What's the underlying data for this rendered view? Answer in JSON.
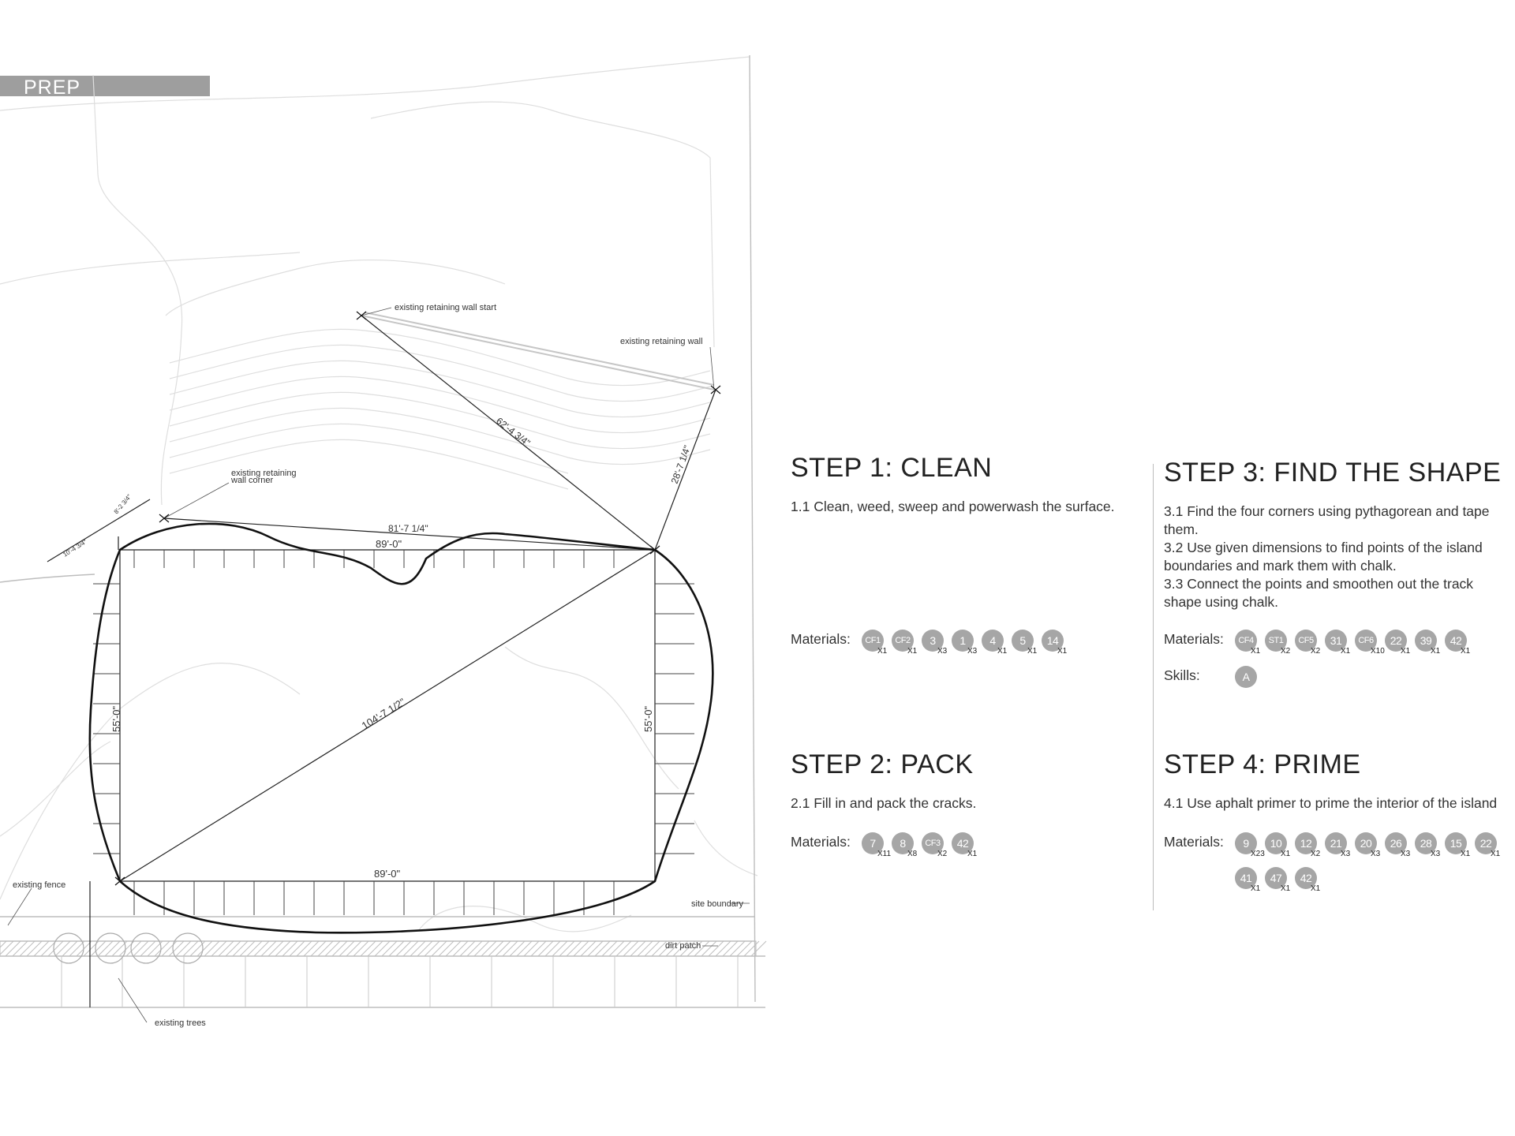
{
  "header": {
    "title": "PREP"
  },
  "plan_labels": {
    "wall_start": "existing retaining wall start",
    "wall": "existing retaining wall",
    "wall_corner_1": "existing retaining",
    "wall_corner_2": "wall corner",
    "fence": "existing fence",
    "site_boundary": "site boundary",
    "dirt_patch": "dirt patch",
    "trees": "existing trees"
  },
  "dimensions": {
    "diag_top": "62'-4 3/4\"",
    "diag_right": "28'-7 1/4\"",
    "top_long": "81'-7 1/4\"",
    "top_base": "89'-0\"",
    "bottom_base": "89'-0\"",
    "left_side": "55'-0\"",
    "right_side": "55'-0\"",
    "diagonal": "104'-7 1/2\"",
    "corner_left": "10'-4 3/4\"",
    "corner_small": "8'-2 3/4\""
  },
  "steps": [
    {
      "title": "STEP 1: CLEAN",
      "body": [
        "1.1 Clean, weed, sweep and powerwash the surface."
      ],
      "materials_label": "Materials:",
      "materials": [
        {
          "id": "CF1",
          "qty": "X1"
        },
        {
          "id": "CF2",
          "qty": "X1"
        },
        {
          "id": "3",
          "qty": "X3"
        },
        {
          "id": "1",
          "qty": "X3"
        },
        {
          "id": "4",
          "qty": "X1"
        },
        {
          "id": "5",
          "qty": "X1"
        },
        {
          "id": "14",
          "qty": "X1"
        }
      ]
    },
    {
      "title": "STEP 2: PACK",
      "body": [
        "2.1 Fill in and pack the cracks."
      ],
      "materials_label": "Materials:",
      "materials": [
        {
          "id": "7",
          "qty": "X11"
        },
        {
          "id": "8",
          "qty": "X8"
        },
        {
          "id": "CF3",
          "qty": "X2"
        },
        {
          "id": "42",
          "qty": "X1"
        }
      ]
    },
    {
      "title": "STEP 3: FIND THE SHAPE",
      "body": [
        "3.1 Find the four corners using pythagorean and tape them.",
        "3.2 Use given dimensions to find points of the island boundaries and mark them with chalk.",
        "3.3 Connect the points and smoothen out the track shape using chalk."
      ],
      "materials_label": "Materials:",
      "materials": [
        {
          "id": "CF4",
          "qty": "X1"
        },
        {
          "id": "ST1",
          "qty": "X2"
        },
        {
          "id": "CF5",
          "qty": "X2"
        },
        {
          "id": "31",
          "qty": "X1"
        },
        {
          "id": "CF6",
          "qty": "X10"
        },
        {
          "id": "22",
          "qty": "X1"
        },
        {
          "id": "39",
          "qty": "X1"
        },
        {
          "id": "42",
          "qty": "X1"
        }
      ],
      "skills_label": "Skills:",
      "skills": [
        {
          "id": "A"
        }
      ]
    },
    {
      "title": "STEP 4: PRIME",
      "body": [
        "4.1 Use aphalt primer to prime the interior of the island"
      ],
      "materials_label": "Materials:",
      "materials": [
        {
          "id": "9",
          "qty": "X23"
        },
        {
          "id": "10",
          "qty": "X1"
        },
        {
          "id": "12",
          "qty": "X2"
        },
        {
          "id": "21",
          "qty": "X3"
        },
        {
          "id": "20",
          "qty": "X3"
        },
        {
          "id": "26",
          "qty": "X3"
        },
        {
          "id": "28",
          "qty": "X3"
        },
        {
          "id": "15",
          "qty": "X1"
        },
        {
          "id": "22",
          "qty": "X1"
        },
        {
          "id": "41",
          "qty": "X1"
        },
        {
          "id": "47",
          "qty": "X1"
        },
        {
          "id": "42",
          "qty": "X1"
        }
      ]
    }
  ]
}
